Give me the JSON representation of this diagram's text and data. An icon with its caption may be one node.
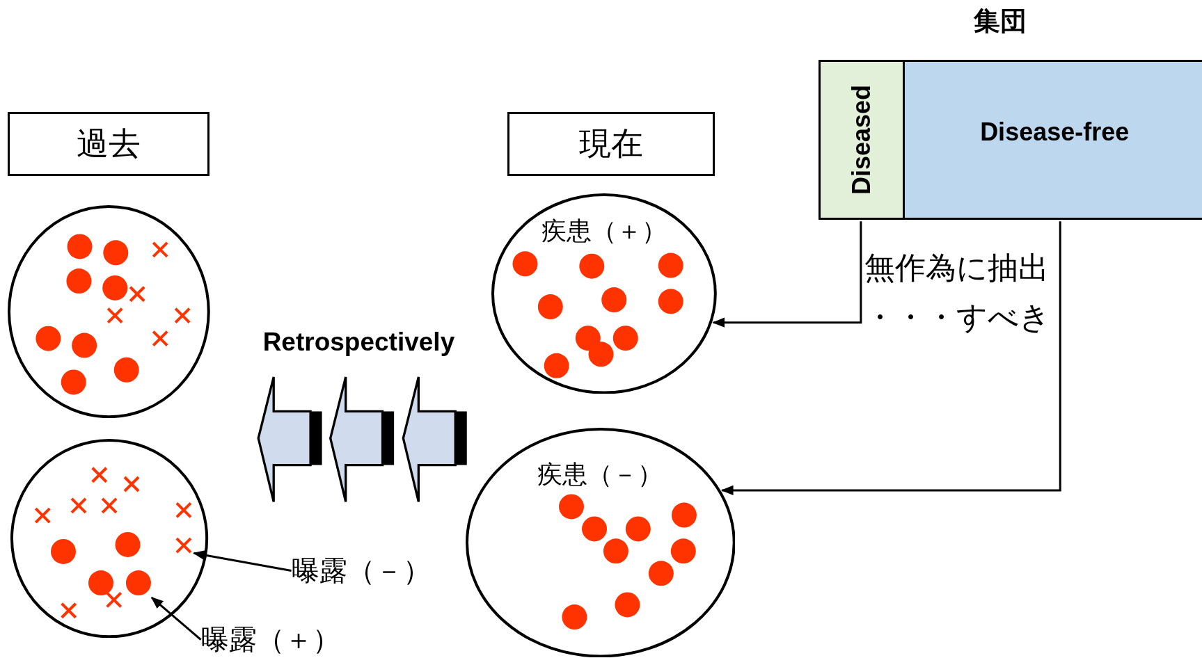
{
  "diagram": {
    "nodes": [
      {
        "text": [
          "集団"
        ]
      },
      {
        "text": [
          "Diseased"
        ],
        "in": 0
      },
      {
        "text": [
          "Disease-free"
        ],
        "in": 0
      },
      {
        "text": [
          "過去"
        ]
      },
      {
        "text": [
          "現在"
        ]
      },
      {
        "text": [],
        "shape": "circle"
      },
      {
        "text": [],
        "shape": "circle"
      },
      {
        "text": [
          "疾患（＋）"
        ]
      },
      {
        "text": [
          "疾患（－）"
        ]
      },
      {
        "text": [
          "曝露（－）"
        ]
      },
      {
        "text": [
          "曝露（＋）"
        ]
      }
    ],
    "edges": [
      {
        "from": 1,
        "to": 7,
        "arrow": "to"
      },
      {
        "from": 2,
        "to": 8,
        "arrow": "to"
      },
      {
        "from": 9,
        "to": 6,
        "arrow": "to"
      },
      {
        "from": 10,
        "to": 6,
        "arrow": "to"
      }
    ],
    "labels": [
      "Retrospectively",
      "無作為に抽出・・・すべき"
    ]
  }
}
